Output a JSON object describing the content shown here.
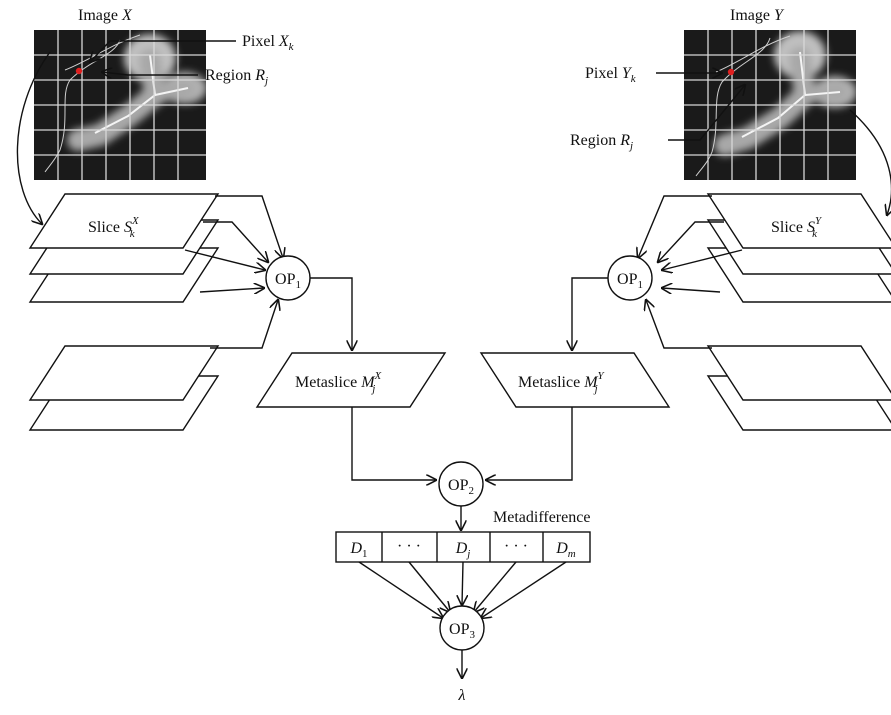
{
  "image_x": {
    "caption": "Image",
    "var": "X",
    "pixel_label": "Pixel",
    "pixel_var": "X",
    "pixel_sub": "k",
    "region_label": "Region",
    "region_var": "R",
    "region_sub": "j"
  },
  "image_y": {
    "caption": "Image",
    "var": "Y",
    "pixel_label": "Pixel",
    "pixel_var": "Y",
    "pixel_sub": "k",
    "region_label": "Region",
    "region_var": "R",
    "region_sub": "j"
  },
  "slice_x": {
    "label": "Slice",
    "var": "S",
    "sup": "X",
    "sub": "k"
  },
  "slice_y": {
    "label": "Slice",
    "var": "S",
    "sup": "Y",
    "sub": "k"
  },
  "op1": {
    "label": "OP",
    "sub": "1"
  },
  "op2": {
    "label": "OP",
    "sub": "2"
  },
  "op3": {
    "label": "OP",
    "sub": "3"
  },
  "metaslice_x": {
    "label": "Metaslice",
    "var": "M",
    "sup": "X",
    "sub": "j"
  },
  "metaslice_y": {
    "label": "Metaslice",
    "var": "M",
    "sup": "Y",
    "sub": "j"
  },
  "metadifference": {
    "label": "Metadifference"
  },
  "cells": {
    "d1_var": "D",
    "d1_sub": "1",
    "dots1": "· · ·",
    "dj_var": "D",
    "dj_sub": "j",
    "dots2": "· · ·",
    "dm_var": "D",
    "dm_sub": "m"
  },
  "output": {
    "symbol": "λ"
  },
  "colors": {
    "line": "#111111",
    "image_bg": "#1a1a1a",
    "grid": "#d8d8d8",
    "pixel_dot": "#e02020"
  }
}
